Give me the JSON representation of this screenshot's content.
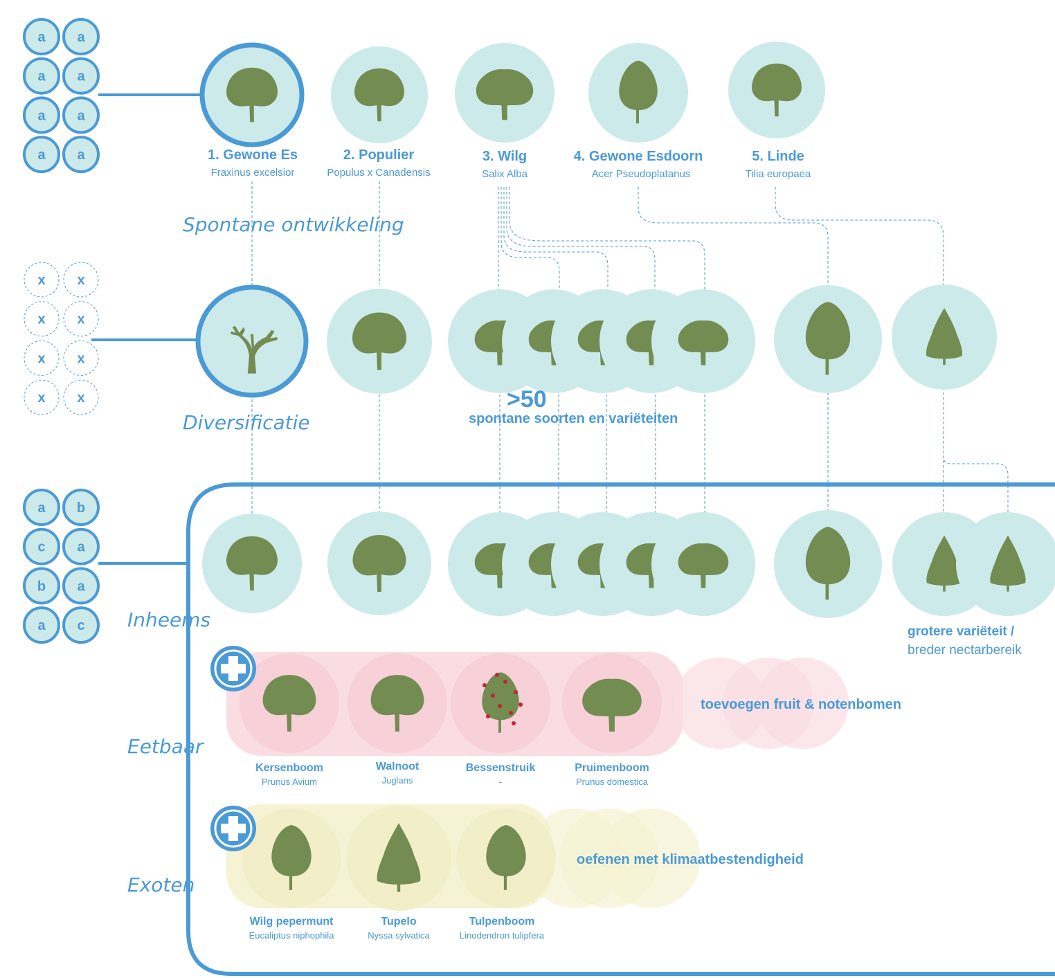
{
  "colors": {
    "blue": "#4a9ad6",
    "circle_fill": "#cdeaea",
    "tree_green": "#738c52",
    "edible_band": "#f9dde3",
    "exotic_band": "#f6f3d4",
    "berry_red": "#c0272d"
  },
  "legend": {
    "row1": [
      "a",
      "a",
      "a",
      "a",
      "a",
      "a",
      "a",
      "a"
    ],
    "row2": [
      "x",
      "x",
      "x",
      "x",
      "x",
      "x",
      "x",
      "x"
    ],
    "row3": [
      "a",
      "b",
      "c",
      "a",
      "b",
      "a",
      "a",
      "c"
    ]
  },
  "species_top": [
    {
      "name": "1. Gewone Es",
      "latin": "Fraxinus excelsior"
    },
    {
      "name": "2. Populier",
      "latin": "Populus x Canadensis"
    },
    {
      "name": "3. Wilg",
      "latin": "Salix Alba"
    },
    {
      "name": "4. Gewone Esdoorn",
      "latin": "Acer Pseudoplatanus"
    },
    {
      "name": "5. Linde",
      "latin": "Tilia europaea"
    }
  ],
  "labels": {
    "spontaneous": "Spontane ontwikkeling",
    "diversification": "Diversificatie",
    "native": "Inheems",
    "edible": "Eetbaar",
    "exotic": "Exoten",
    "count_big": ">50",
    "count_text": "spontane soorten en variëteiten",
    "variety_line1": "grotere variëteit /",
    "variety_line2": "breder nectarbereik",
    "add_fruit": "toevoegen fruit & notenbomen",
    "climate": "oefenen met klimaatbestendigheid"
  },
  "edible": [
    {
      "name": "Kersenboom",
      "latin": "Prunus Avium"
    },
    {
      "name": "Walnoot",
      "latin": "Juglans"
    },
    {
      "name": "Bessenstruik",
      "latin": "-"
    },
    {
      "name": "Pruimenboom",
      "latin": "Prunus domestica"
    }
  ],
  "exotics": [
    {
      "name": "Wilg pepermunt",
      "latin": "Eucaliptus niphophila"
    },
    {
      "name": "Tupelo",
      "latin": "Nyssa sylvatica"
    },
    {
      "name": "Tulpenboom",
      "latin": "Linodendron tulipfera"
    }
  ]
}
